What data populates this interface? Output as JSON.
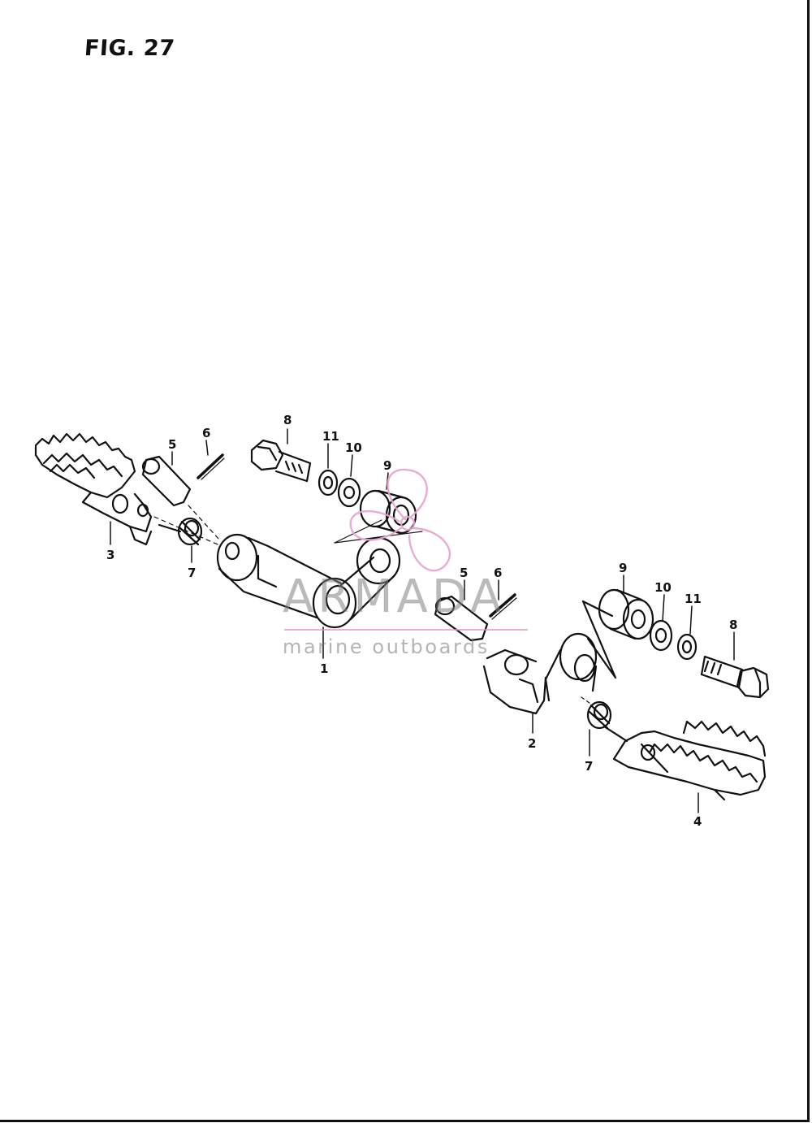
{
  "figure": {
    "title": "FIG. 27"
  },
  "watermark": {
    "brand": "ARMADA",
    "tagline": "marine outboards",
    "accent_color": "#e8a3cf",
    "text_color": "#8c8c8c"
  },
  "callouts": [
    "8",
    "11",
    "10",
    "9",
    "5",
    "6",
    "3",
    "7",
    "1",
    "5",
    "6",
    "9",
    "10",
    "11",
    "8",
    "2",
    "7",
    "4"
  ],
  "line_color": "#111111"
}
